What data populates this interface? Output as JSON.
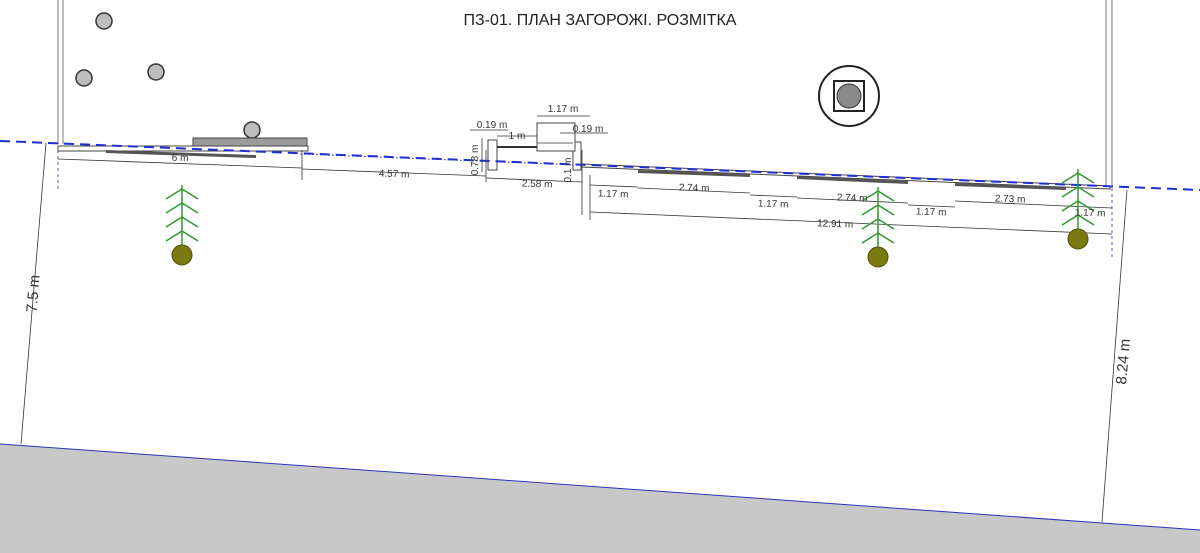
{
  "title": "ПЗ-01. ПЛАН ЗАГОРОЖІ. РОЗМІТКА",
  "colors": {
    "boundary": "#1f2fd0",
    "ground": "#c8c8c8",
    "tree_line": "#2e9b2e",
    "tree_dot": "#7a7a10",
    "fence": "#555555",
    "dimension": "#333333"
  },
  "icons": [
    "utility-circle-icon",
    "well-icon",
    "tree-icon"
  ],
  "dimensions": {
    "left_height": "7.5 m",
    "right_height": "8.24 m",
    "seg_6": "6 m",
    "seg_4_57": "4.57 m",
    "seg_2_58": "2.58 m",
    "gate_1_17": "1.17 m",
    "gap_0_19_a": "0.19 m",
    "gate_1": "1 m",
    "gap_0_19_b": "0.19 m",
    "post_0_78": "0.78 m",
    "post_0_1": "0.1 m",
    "seg_1_17_a": "1.17 m",
    "seg_2_74_a": "2.74 m",
    "seg_1_17_b": "1.17 m",
    "seg_2_74_b": "2.74 m",
    "seg_1_17_c": "1.17 m",
    "seg_2_73": "2.73 m",
    "seg_1_17_d": "1.17 m",
    "total_12_91": "12.91 m"
  }
}
